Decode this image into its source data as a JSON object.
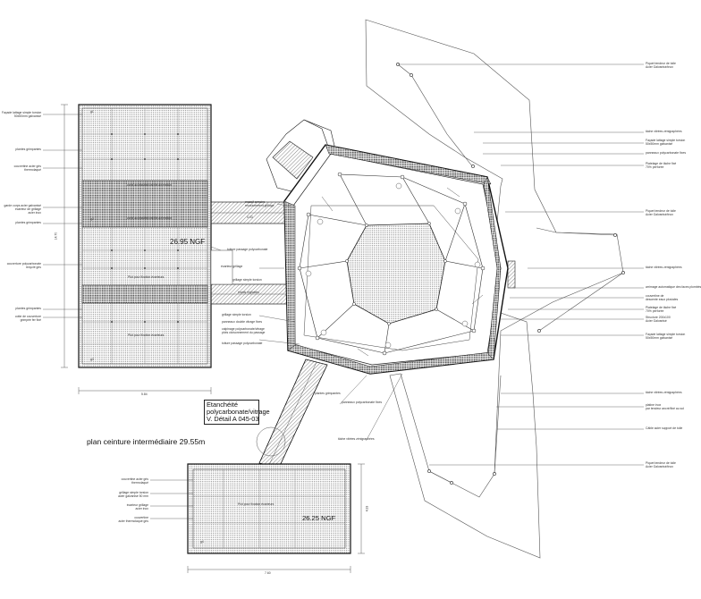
{
  "title": "plan ceinture intermédiaire 29.55m",
  "elevations": {
    "main": "26.95 NGF",
    "lower": "26.25 NGF"
  },
  "callout": {
    "line1": "Etanchéité",
    "line2": "polycarbonate/vitrage",
    "line3": "V. Détail A 045-03"
  },
  "dimensions": {
    "left_width": "5.84",
    "left_height": "14.70",
    "bottom_width": "7.60",
    "bottom_height": "4.33",
    "walkway": "4.03"
  },
  "labels_left": [
    "Façade lattage simple torsion\n50x50mm galvanisé",
    "plantes grimpantes",
    "couvertine acier gris\nthermolaqué",
    "garde corps acier galvanisé\nécarteur de grillage\nacier inox",
    "plantes grimpantes",
    "couverture polycarbonate\nrecyclé gris",
    "plantes grimpantes",
    "cotte de couverture\ngrimpée fer fixé"
  ],
  "labels_right": [
    "Piquet tendeur de toile\nAcier Galvanisé/inox",
    "tâche vitrées zénigraphées",
    "Façade lattage simple torsion\n50x50mm galvanisé",
    "panneaux polycarbonate fixes",
    "Platelage de tâche fixé\n70% perforée",
    "Piquet tendeur de toile\nAcier Galvanisé/inox",
    "tâche vitrées zénigraphées",
    "arrimage automatique des faces plombés",
    "couvertine de\ndescente eaux pluviales",
    "Platelage de tâche fixé\n70% perforée",
    "Structure 200x100\nAcier Galvanisé",
    "Façade lattage simple torsion\n50x50mm galvanisé",
    "tâche vitrées zénigraphées",
    "platine inox\npar tendeur ancré/fixé au sol",
    "Câble acier support de toile",
    "Piquet tendeur de toile\nAcier Galvanisé/inox"
  ],
  "labels_center": [
    "massif armoire\nrecouvrement grillage",
    "toiture passage polycarbonate",
    "écarteur grillage",
    "grillage simple torsion",
    "tirants réglables",
    "grillage simple torsion",
    "panneaux double vitrage fixes",
    "calpinage polycarbonate/vitrage\nplots cloisonnement du passage",
    "toiture passage polycarbonate",
    "plantes grimpantes",
    "panneaux polycarbonate fixes",
    "tâche vitrées zénigraphées"
  ],
  "labels_bottom_left": [
    "couvertine acier gris\nthermolaqué",
    "grillage simple torsion\nacier galvanisé 50 mm",
    "écarteur grillage\nacier inox",
    "couvertine\nacier thermolaqué gris"
  ],
  "plot_labels": [
    "Plot pour fixation écarteurs",
    "Plot pour fixation écarteurs",
    "Plot pour fixation écarteurs"
  ],
  "zone_labels": [
    "zone accessible/visible animation",
    "zone accessible/visible animation"
  ],
  "grid_marks": [
    "g1",
    "g2",
    "g3",
    "g4"
  ]
}
